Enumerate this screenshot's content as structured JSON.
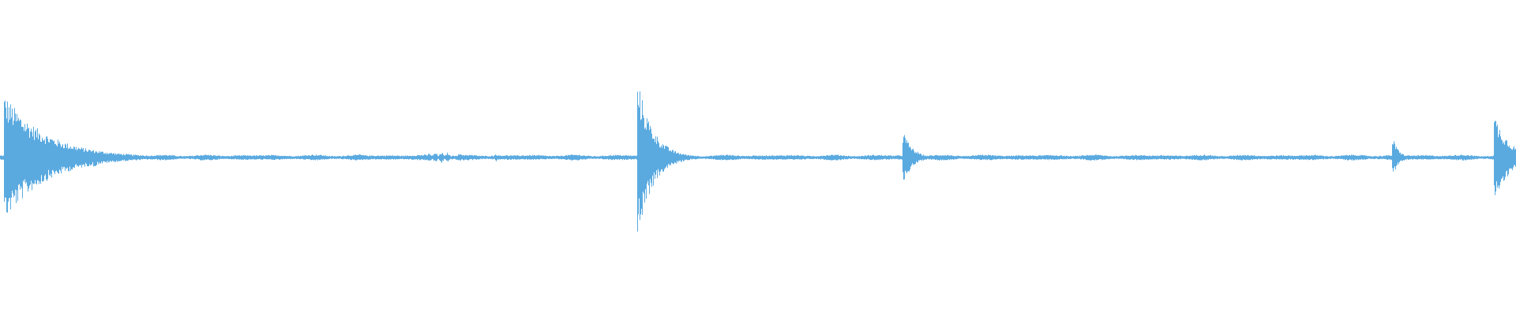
{
  "waveform": {
    "color": "#5aaae0",
    "background": "#ffffff",
    "amplitude_range": [
      -1,
      1
    ],
    "duration_fraction_total": 1.0,
    "baseline_amplitude": 0.018,
    "transients": [
      {
        "position": 0.003,
        "peak_up": 0.5,
        "peak_down": 0.5,
        "decay": 0.028
      },
      {
        "position": 0.062,
        "peak_up": 0.06,
        "peak_down": 0.08,
        "decay": 0.006
      },
      {
        "position": 0.421,
        "peak_up": 0.59,
        "peak_down": 0.6,
        "decay": 0.01
      },
      {
        "position": 0.596,
        "peak_up": 0.2,
        "peak_down": 0.2,
        "decay": 0.006
      },
      {
        "position": 0.919,
        "peak_up": 0.14,
        "peak_down": 0.14,
        "decay": 0.004
      },
      {
        "position": 0.986,
        "peak_up": 0.33,
        "peak_down": 0.35,
        "decay": 0.01
      }
    ],
    "texture_bursts": [
      {
        "position": 0.287,
        "amplitude": 0.04
      },
      {
        "position": 0.291,
        "amplitude": 0.045
      },
      {
        "position": 0.295,
        "amplitude": 0.04
      },
      {
        "position": 0.283,
        "amplitude": 0.035
      },
      {
        "position": 0.237,
        "amplitude": 0.03
      },
      {
        "position": 0.303,
        "amplitude": 0.032
      },
      {
        "position": 0.327,
        "amplitude": 0.03
      }
    ]
  }
}
